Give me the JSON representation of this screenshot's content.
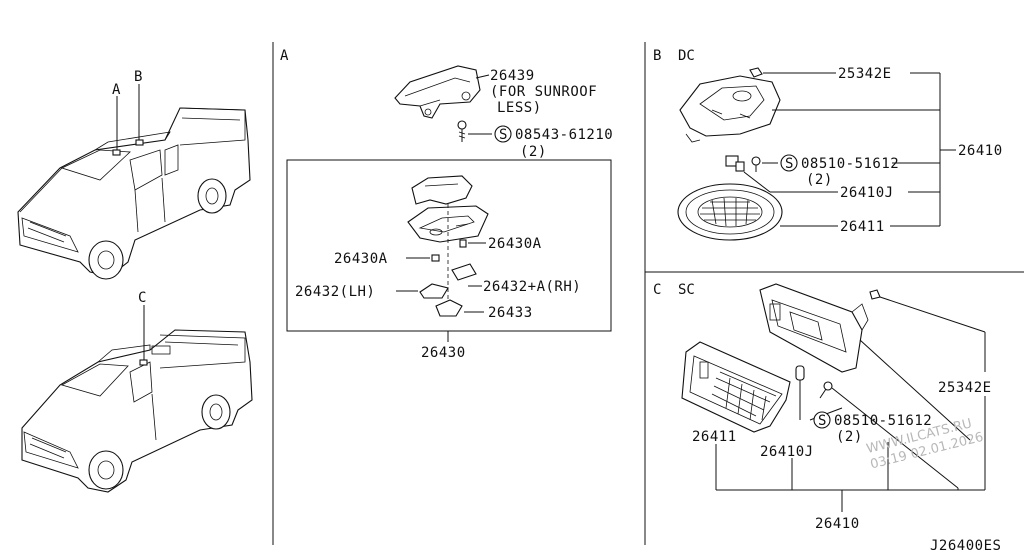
{
  "diagram_code": "J26400ES",
  "vehicle_markers": {
    "a": "A",
    "b": "B",
    "c": "C"
  },
  "section_a": {
    "letter": "A",
    "parts": {
      "p26439": "26439",
      "sunroof_note_1": "(FOR SUNROOF",
      "sunroof_note_2": "LESS)",
      "screw_mark": "S",
      "screw": "08543-61210",
      "screw_qty": "(2)",
      "p26430a_right": "26430A",
      "p26430a_left": "26430A",
      "p26432_lh": "26432(LH)",
      "p26432_rh": "26432+A(RH)",
      "p26433": "26433",
      "p26430": "26430"
    }
  },
  "section_b": {
    "letter": "B",
    "variant": "DC",
    "parts": {
      "p25342e": "25342E",
      "screw_mark": "S",
      "screw": "08510-51612",
      "screw_qty": "(2)",
      "p26410": "26410",
      "p26410j": "26410J",
      "p26411": "26411"
    }
  },
  "section_c": {
    "letter": "C",
    "variant": "SC",
    "parts": {
      "p25342e": "25342E",
      "screw_mark": "S",
      "screw": "08510-51612",
      "screw_qty": "(2)",
      "p26411": "26411",
      "p26410j": "26410J",
      "p26410": "26410"
    }
  },
  "watermark": {
    "line1": "WWW.ILCATS.RU",
    "line2": "03:19 02.01.2026"
  }
}
